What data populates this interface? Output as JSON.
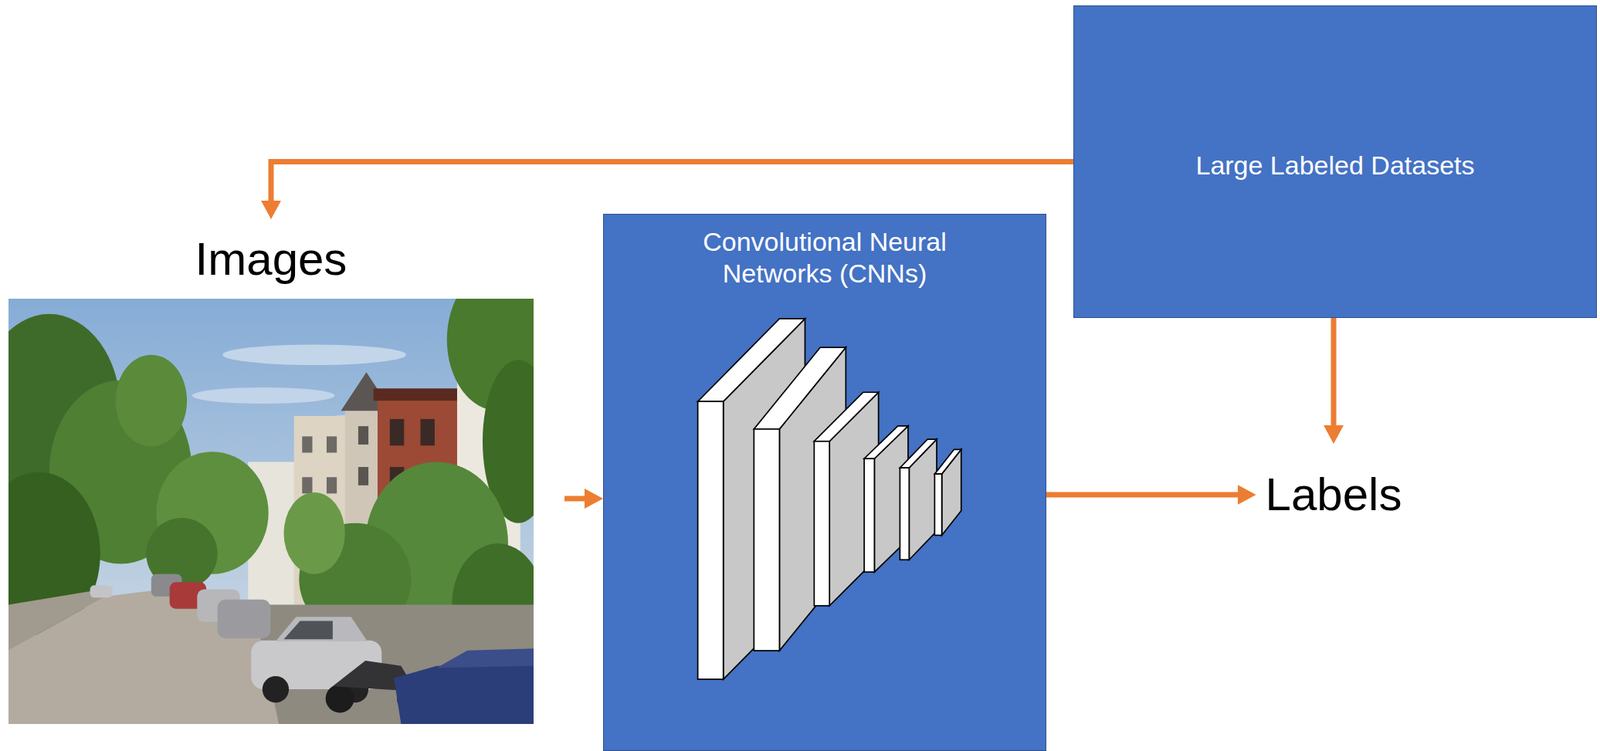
{
  "diagram": {
    "nodes": [
      {
        "text": [
          "Large Labeled Datasets"
        ]
      },
      {
        "text": [
          "Images"
        ]
      },
      {
        "text": [
          "Convolutional Neural Networks (CNNs)"
        ]
      },
      {
        "text": [
          "Labels"
        ]
      }
    ],
    "edges": [
      {
        "from": 0,
        "to": 1,
        "arrow": "to"
      },
      {
        "from": 0,
        "to": 3,
        "arrow": "to"
      },
      {
        "from": 1,
        "to": 2,
        "arrow": "to"
      },
      {
        "from": 2,
        "to": 3,
        "arrow": "to"
      }
    ]
  }
}
